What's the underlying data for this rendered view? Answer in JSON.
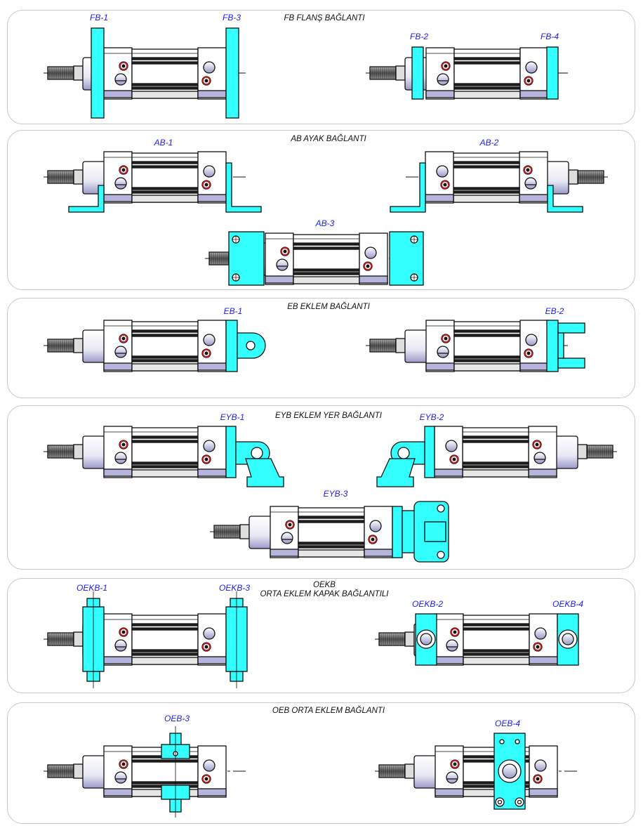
{
  "colors": {
    "mount": "#33ffff",
    "label": "#1a1aff",
    "port": "#d02020"
  },
  "sections": [
    {
      "title": "FB FLANŞ BAĞLANTI",
      "labels": [
        "FB-1",
        "FB-3",
        "FB-2",
        "FB-4"
      ]
    },
    {
      "title": "AB AYAK BAĞLANTI",
      "labels": [
        "AB-1",
        "AB-2",
        "AB-3"
      ]
    },
    {
      "title": "EB  EKLEM BAĞLANTI",
      "labels": [
        "EB-1",
        "EB-2"
      ]
    },
    {
      "title": "EYB  EKLEM YER BAĞLANTI",
      "labels": [
        "EYB-1",
        "EYB-2",
        "EYB-3"
      ]
    },
    {
      "title": "OEKB",
      "subtitle": "ORTA EKLEM KAPAK BAĞLANTILI",
      "labels": [
        "OEKB-1",
        "OEKB-3",
        "OEKB-2",
        "OEKB-4"
      ]
    },
    {
      "title": "OEB  ORTA EKLEM BAĞLANTI",
      "labels": [
        "OEB-3",
        "OEB-4"
      ]
    }
  ]
}
